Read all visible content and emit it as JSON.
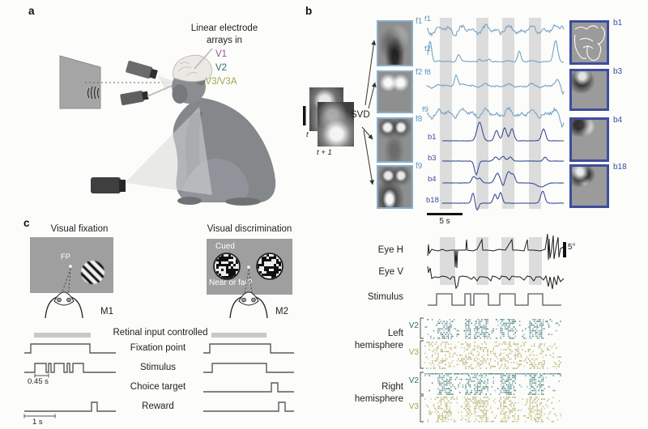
{
  "colors": {
    "f_blue": "#5d95bf",
    "b_navy": "#3a4d9b",
    "v1_purple": "#9b519b",
    "v2_teal": "#2e6f6f",
    "v3_olive": "#a4a351",
    "trace_blue": "#74a3c6",
    "trace_navy": "#3c4e97",
    "band_gray": "#dcdcdc"
  },
  "panel_a": {
    "label": "a",
    "caption_line1": "Linear electrode",
    "caption_line2": "arrays in",
    "areas": [
      {
        "label": "V1"
      },
      {
        "label": "V2"
      },
      {
        "label": "V3/V3A"
      }
    ]
  },
  "panel_b": {
    "label": "b",
    "t_label": "t",
    "t1_label": "t + 1",
    "svd_label": "SVD",
    "f_thumbs": [
      "f1",
      "f2",
      "f8",
      "f9"
    ],
    "b_thumbs": [
      "b1",
      "b3",
      "b4",
      "b18"
    ],
    "f_traces": [
      "f1",
      "f2",
      "f8",
      "f9"
    ],
    "b_traces": [
      "b1",
      "b3",
      "b4",
      "b18"
    ],
    "time_scale": "5 s",
    "eye_h": "Eye H",
    "eye_v": "Eye V",
    "stimulus": "Stimulus",
    "deg_scale": "5°",
    "left_hemi_line1": "Left",
    "left_hemi_line2": "hemisphere",
    "right_hemi_line1": "Right",
    "right_hemi_line2": "hemisphere",
    "raster_rows": [
      "V2",
      "V3",
      "V2",
      "V3"
    ]
  },
  "panel_c": {
    "label": "c",
    "fixation_title": "Visual fixation",
    "discrimination_title": "Visual discrimination",
    "fp": "FP",
    "cued": "Cued",
    "near_or_far": "Near or far?",
    "m1": "M1",
    "m2": "M2",
    "timing_title": "Retinal input controlled",
    "timing_rows": [
      "Fixation point",
      "Stimulus",
      "Choice target",
      "Reward"
    ],
    "stim_scale": "0.45 s",
    "time_scale": "1 s"
  }
}
